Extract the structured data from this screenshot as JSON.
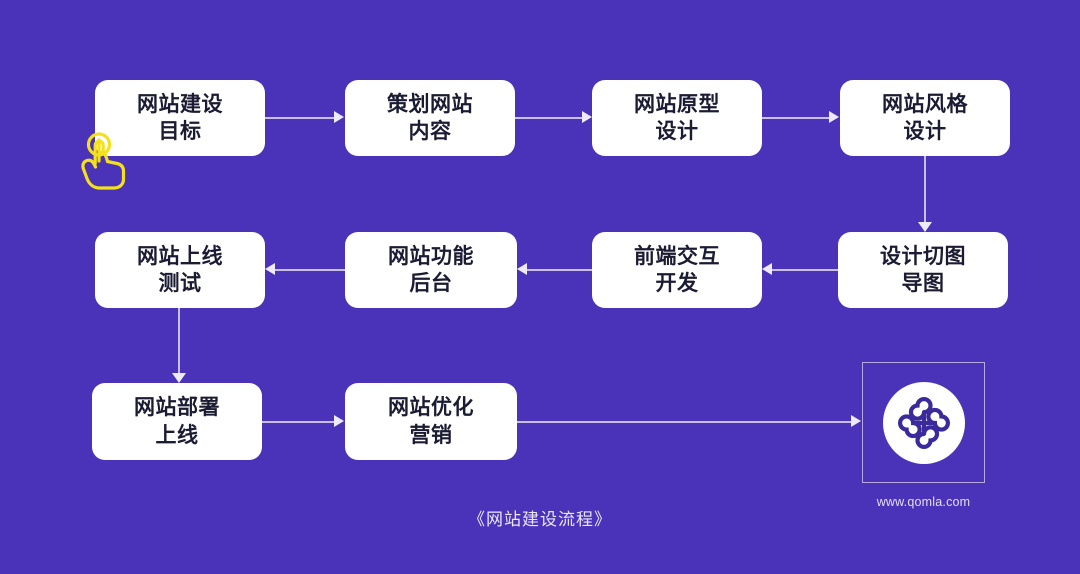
{
  "page": {
    "background_color": "#4a32b9",
    "caption": "《网站建设流程》",
    "node_fill": "#ffffff",
    "node_text_color": "#1b1b33",
    "connector_color": "#c9bfe9",
    "cursor_color": "#f5e119"
  },
  "nodes": [
    {
      "id": "node-1",
      "line1": "网站建设",
      "line2": "目标"
    },
    {
      "id": "node-2",
      "line1": "策划网站",
      "line2": "内容"
    },
    {
      "id": "node-3",
      "line1": "网站原型",
      "line2": "设计"
    },
    {
      "id": "node-4",
      "line1": "网站风格",
      "line2": "设计"
    },
    {
      "id": "node-5",
      "line1": "设计切图",
      "line2": "导图"
    },
    {
      "id": "node-6",
      "line1": "前端交互",
      "line2": "开发"
    },
    {
      "id": "node-7",
      "line1": "网站功能",
      "line2": "后台"
    },
    {
      "id": "node-8",
      "line1": "网站上线",
      "line2": "测试"
    },
    {
      "id": "node-9",
      "line1": "网站部署",
      "line2": "上线"
    },
    {
      "id": "node-10",
      "line1": "网站优化",
      "line2": "营销"
    }
  ],
  "logo": {
    "url": "www.qomla.com",
    "mark_name": "qomla-pinwheel-logo",
    "mark_color": "#3b2a9c",
    "disc_color": "#ffffff",
    "frame_border_color": "#b7aae3"
  },
  "cursor": {
    "icon_name": "hand-tap-cursor-icon",
    "color": "#f5e119"
  }
}
